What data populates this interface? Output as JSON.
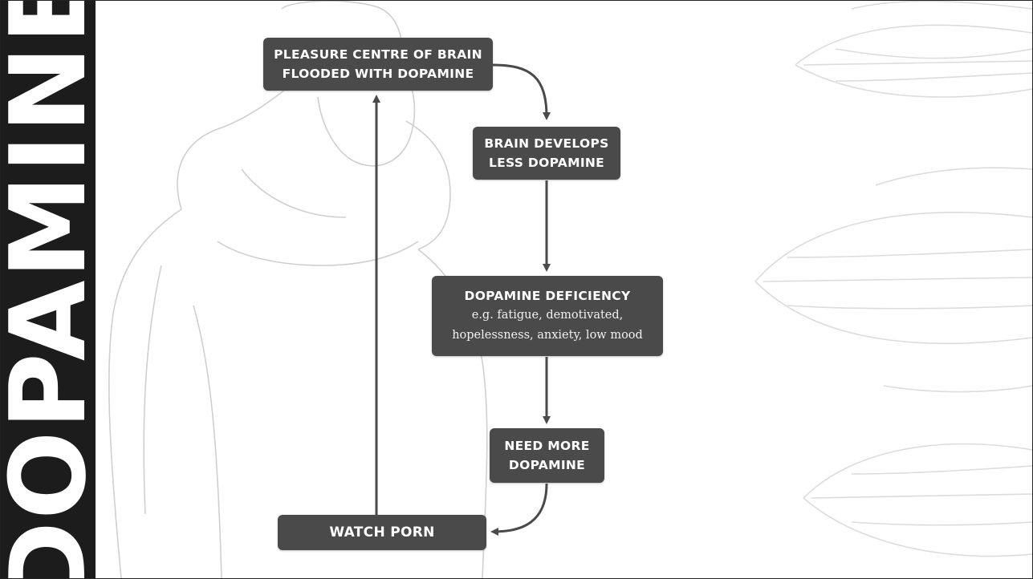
{
  "side_title": "DOPAMINE",
  "flow": {
    "pleasure": {
      "line1": "PLEASURE CENTRE OF BRAIN",
      "line2": "FLOODED WITH DOPAMINE"
    },
    "develops": {
      "line1": "BRAIN DEVELOPS",
      "line2": "LESS DOPAMINE"
    },
    "deficiency": {
      "title": "DOPAMINE DEFICIENCY",
      "line1": "e.g. fatigue, demotivated,",
      "line2": "hopelessness, anxiety, low mood"
    },
    "needmore": {
      "line1": "NEED MORE",
      "line2": "DOPAMINE"
    },
    "watch": {
      "label": "WATCH PORN"
    }
  },
  "colors": {
    "side_band": "#1c1c1c",
    "box": "#4a4a4a",
    "arrow": "#4a4a4a",
    "text": "#ffffff"
  }
}
